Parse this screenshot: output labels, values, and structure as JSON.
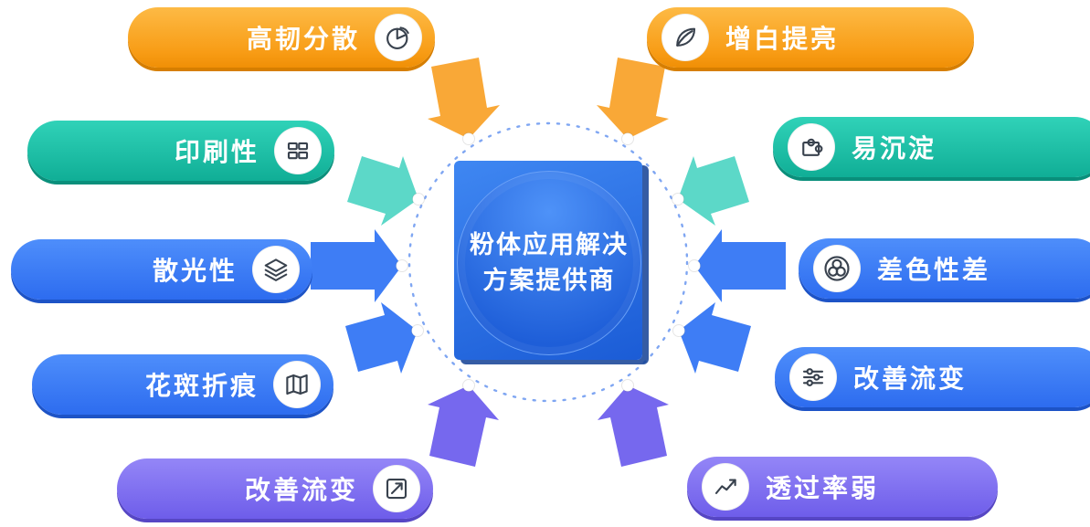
{
  "center": {
    "line1": "粉体应用解决",
    "line2": "方案提供商"
  },
  "pills": {
    "left": [
      {
        "label": "高韧分散",
        "icon": "pie-chart-icon",
        "scheme": "orange"
      },
      {
        "label": "印刷性",
        "icon": "printing-icon",
        "scheme": "teal"
      },
      {
        "label": "散光性",
        "icon": "layers-icon",
        "scheme": "blue"
      },
      {
        "label": "花斑折痕",
        "icon": "map-icon",
        "scheme": "blue"
      },
      {
        "label": "改善流变",
        "icon": "edit-arrow-icon",
        "scheme": "purple"
      }
    ],
    "right": [
      {
        "label": "增白提亮",
        "icon": "leaf-icon",
        "scheme": "orange"
      },
      {
        "label": "易沉淀",
        "icon": "puzzle-icon",
        "scheme": "teal"
      },
      {
        "label": "差色性差",
        "icon": "color-circles-icon",
        "scheme": "blue"
      },
      {
        "label": "改善流变",
        "icon": "sliders-icon",
        "scheme": "blue"
      },
      {
        "label": "透过率弱",
        "icon": "trend-chart-icon",
        "scheme": "purple"
      }
    ]
  },
  "colors": {
    "orange": "#F9A51A",
    "teal_arrow": "#5CD8C8",
    "teal": "#1EBEA5",
    "blue": "#3D7BF5",
    "purple": "#7A6BF0",
    "center_blue": "#2163DC",
    "ring": "#7FA6F2",
    "dot": "#FFFFFF"
  }
}
